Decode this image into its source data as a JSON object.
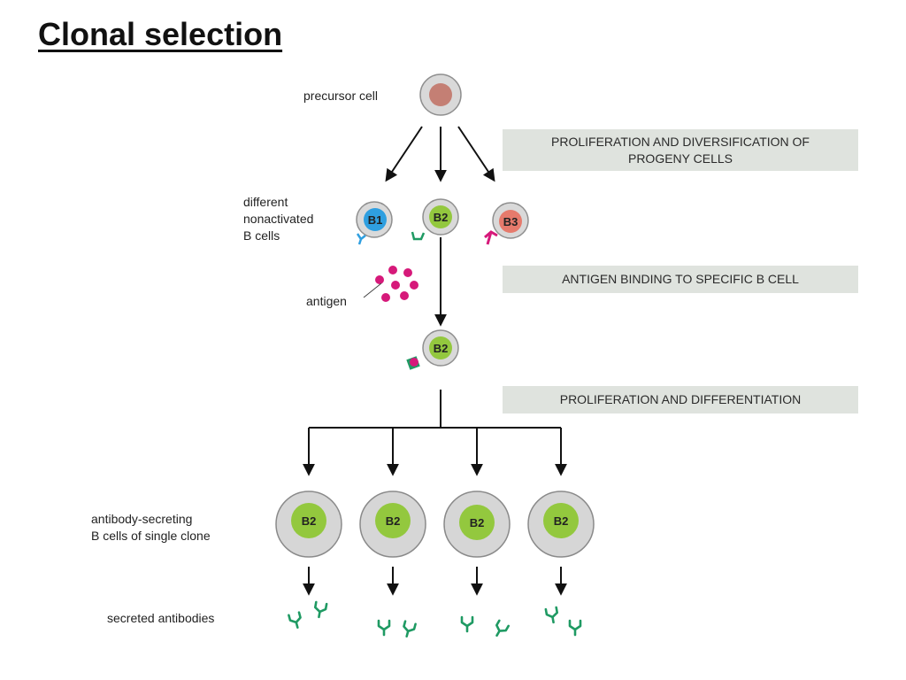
{
  "title": "Clonal selection",
  "labels": {
    "precursor": "precursor cell",
    "different_line1": "different",
    "different_line2": "nonactivated",
    "different_line3": "B cells",
    "antigen": "antigen",
    "secreting_line1": "antibody-secreting",
    "secreting_line2": "B cells of single clone",
    "antibodies": "secreted antibodies"
  },
  "steps": [
    {
      "line1": "PROLIFERATION AND DIVERSIFICATION OF",
      "line2": "PROGENY CELLS"
    },
    {
      "line1": "ANTIGEN BINDING TO SPECIFIC B CELL",
      "line2": ""
    },
    {
      "line1": "PROLIFERATION AND DIFFERENTIATION",
      "line2": ""
    }
  ],
  "cells": {
    "b1": "B1",
    "b2": "B2",
    "b3": "B3"
  },
  "colors": {
    "precursor_nucleus": "#c47f74",
    "b1": "#2f9fe0",
    "b2": "#93c83e",
    "b3": "#e67a6c",
    "antigen": "#d6197a",
    "antibody": "#1f9a63",
    "band": "#dfe3de",
    "cell_ring": "#c9c9c9"
  }
}
